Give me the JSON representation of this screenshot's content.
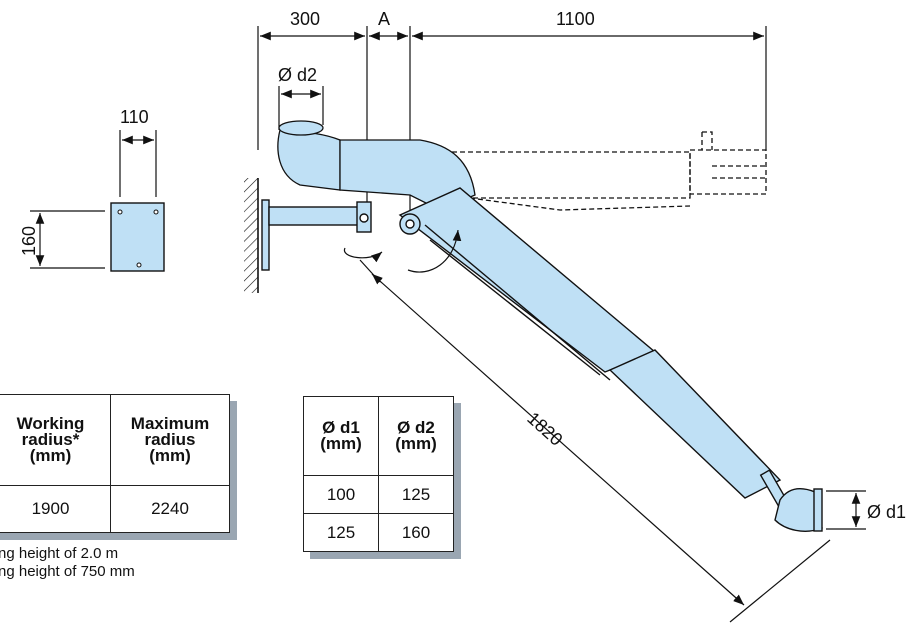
{
  "dimensions": {
    "d300": "300",
    "dA": "A",
    "d1100": "1100",
    "d2": "Ø d2",
    "d110": "110",
    "d160": "160",
    "d1820": "1820",
    "d1": "Ø d1"
  },
  "table_left": {
    "headers": [
      [
        "Working",
        "radius*",
        "(mm)"
      ],
      [
        "Maximum",
        "radius",
        "(mm)"
      ]
    ],
    "rows": [
      [
        "1900",
        "2240"
      ]
    ]
  },
  "table_right": {
    "headers": [
      [
        "Ø d1",
        "(mm)"
      ],
      [
        "Ø d2",
        "(mm)"
      ]
    ],
    "rows": [
      [
        "100",
        "125"
      ],
      [
        "125",
        "160"
      ]
    ]
  },
  "notes": {
    "line1": "ng height of 2.0 m",
    "line2": "ng height of 750 mm"
  },
  "colors": {
    "duct_fill": "#bfe0f5",
    "line": "#111111",
    "shadow": "#9aa6b2"
  }
}
